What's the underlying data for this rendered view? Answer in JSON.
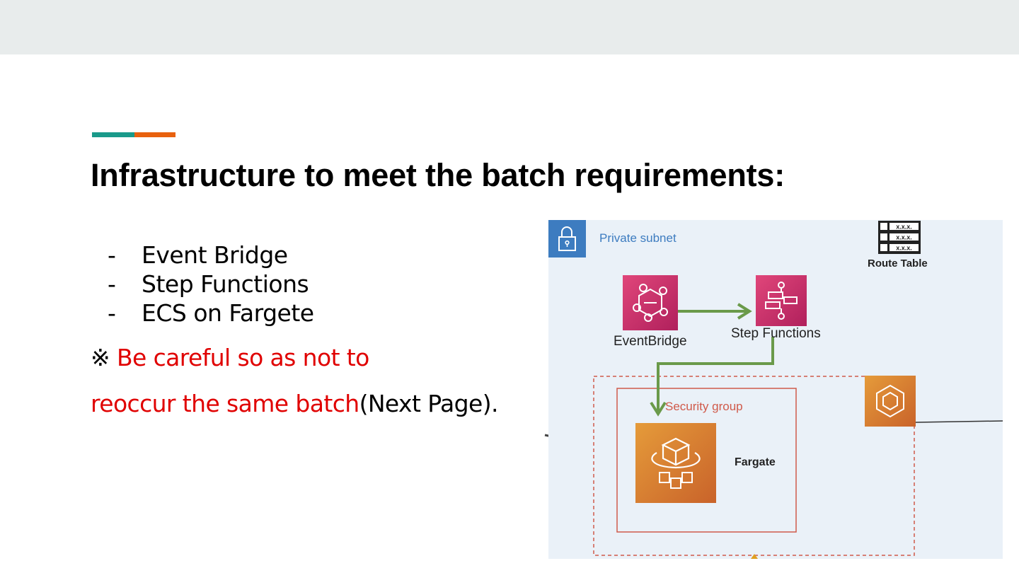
{
  "slide": {
    "title": "Infrastructure to meet the batch requirements:",
    "accent_colors": [
      "#1a9a8a",
      "#e8610e"
    ],
    "bullets": [
      {
        "marker": "-",
        "text": "Event Bridge"
      },
      {
        "marker": "-",
        "text": "Step Functions"
      },
      {
        "marker": "-",
        "text": "ECS on Fargete"
      }
    ],
    "note": {
      "symbol": "※",
      "line1_red": " Be careful so as not to",
      "line2_red": "reoccur the same batch",
      "line2_black": "(Next Page)."
    }
  },
  "diagram": {
    "subnet_label": "Private subnet",
    "route_table_label": "Route Table",
    "route_table_cell": "x.x.x.",
    "eventbridge_label": "EventBridge",
    "stepfunctions_label": "Step Functions",
    "security_group_label": "Security group",
    "fargate_label": "Fargate",
    "colors": {
      "background": "#eaf1f8",
      "lock_box": "#3d7cc0",
      "arrow": "#6a9a4a",
      "security_group": "#d05a4a",
      "app_integration": "#c42a68",
      "compute": "#d77a30"
    },
    "icons": [
      "lock-icon",
      "route-table-icon",
      "eventbridge-icon",
      "step-functions-icon",
      "ecs-icon",
      "fargate-icon"
    ]
  }
}
